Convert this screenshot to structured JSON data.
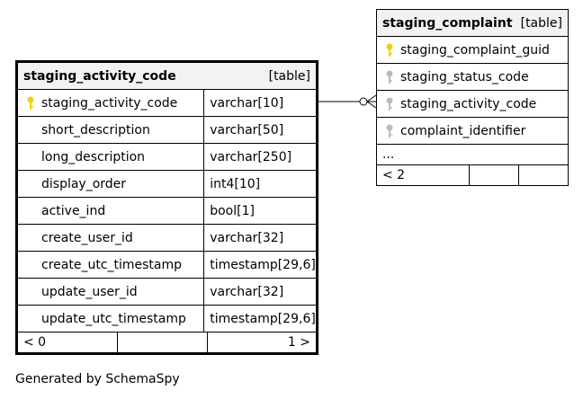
{
  "main_table": {
    "name": "staging_activity_code",
    "tag": "[table]",
    "columns": [
      {
        "name": "staging_activity_code",
        "type": "varchar[10]",
        "pk": true
      },
      {
        "name": "short_description",
        "type": "varchar[50]",
        "pk": false
      },
      {
        "name": "long_description",
        "type": "varchar[250]",
        "pk": false
      },
      {
        "name": "display_order",
        "type": "int4[10]",
        "pk": false
      },
      {
        "name": "active_ind",
        "type": "bool[1]",
        "pk": false
      },
      {
        "name": "create_user_id",
        "type": "varchar[32]",
        "pk": false
      },
      {
        "name": "create_utc_timestamp",
        "type": "timestamp[29,6]",
        "pk": false
      },
      {
        "name": "update_user_id",
        "type": "varchar[32]",
        "pk": false
      },
      {
        "name": "update_utc_timestamp",
        "type": "timestamp[29,6]",
        "pk": false
      }
    ],
    "footer_left": "< 0",
    "footer_right": "1 >"
  },
  "related_table": {
    "name": "staging_complaint",
    "tag": "[table]",
    "columns": [
      {
        "name": "staging_complaint_guid",
        "key": "primary"
      },
      {
        "name": "staging_status_code",
        "key": "foreign"
      },
      {
        "name": "staging_activity_code",
        "key": "foreign"
      },
      {
        "name": "complaint_identifier",
        "key": "foreign"
      }
    ],
    "ellipsis": "...",
    "footer_left": "< 2"
  },
  "footer": "Generated by SchemaSpy",
  "colors": {
    "primary_key": "#f0d000",
    "foreign_key": "#bbbbbb",
    "header_bg": "#f2f2f2"
  }
}
